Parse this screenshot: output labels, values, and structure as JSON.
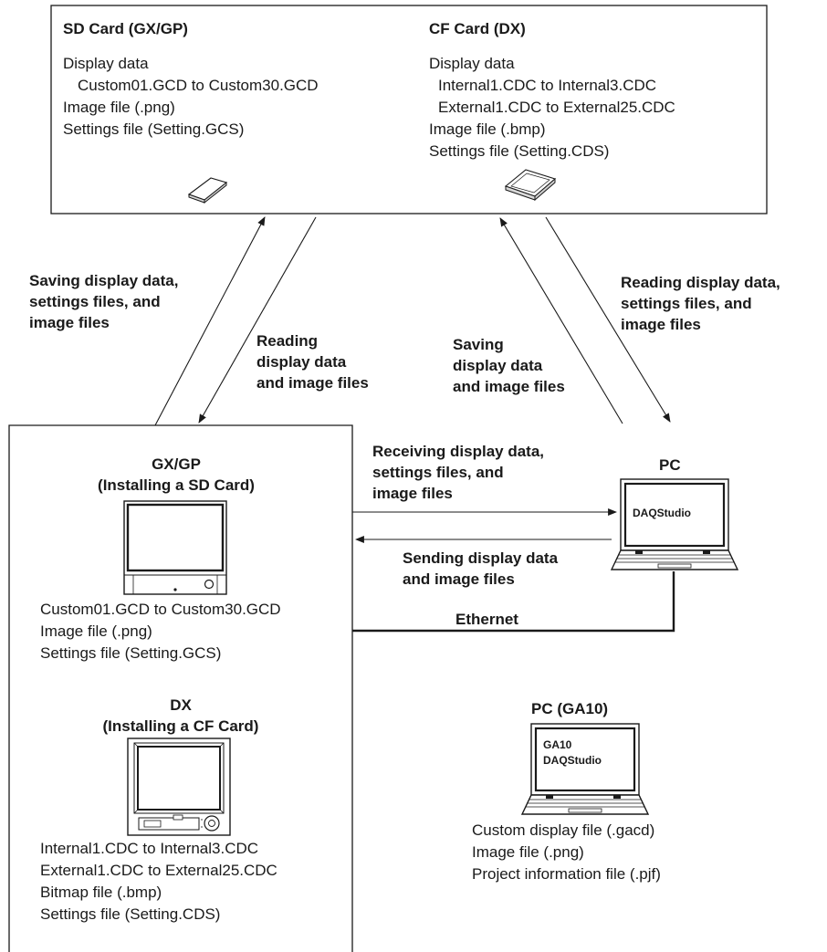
{
  "storage": {
    "sd": {
      "title": "SD Card (GX/GP)",
      "lines": [
        "Display data",
        "Custom01.GCD to Custom30.GCD",
        "Image file (.png)",
        "Settings file (Setting.GCS)"
      ]
    },
    "cf": {
      "title": "CF Card (DX)",
      "lines": [
        "Display data",
        "Internal1.CDC to Internal3.CDC",
        "External1.CDC to External25.CDC",
        "Image file (.bmp)",
        "Settings file (Setting.CDS)"
      ]
    }
  },
  "arrows": {
    "saving_left": [
      "Saving display data,",
      "settings files, and",
      "image files"
    ],
    "reading_left": [
      "Reading",
      "display data",
      "and image files"
    ],
    "saving_right": [
      "Saving",
      "display data",
      "and image files"
    ],
    "reading_right": [
      "Reading display data,",
      "settings files, and",
      "image files"
    ],
    "receiving": [
      "Receiving display data,",
      "settings files, and",
      "image files"
    ],
    "sending": [
      "Sending display data",
      "and image files"
    ],
    "ethernet": "Ethernet"
  },
  "recorder": {
    "gx": {
      "title": [
        "GX/GP",
        "(Installing a SD Card)"
      ],
      "files": [
        "Custom01.GCD to Custom30.GCD",
        "Image file (.png)",
        "Settings file (Setting.GCS)"
      ]
    },
    "dx": {
      "title": [
        "DX",
        "(Installing a CF Card)"
      ],
      "files": [
        "Internal1.CDC to Internal3.CDC",
        "External1.CDC to External25.CDC",
        "Bitmap file (.bmp)",
        "Settings file (Setting.CDS)"
      ]
    }
  },
  "pc": {
    "title": "PC",
    "screen": "DAQStudio"
  },
  "pc_ga10": {
    "title": "PC (GA10)",
    "screen": [
      "GA10",
      "DAQStudio"
    ],
    "files": [
      "Custom display file (.gacd)",
      "Image file (.png)",
      "Project information file (.pjf)"
    ]
  },
  "colors": {
    "line": "#1a1a1a",
    "card_fill": "#ffffff"
  }
}
